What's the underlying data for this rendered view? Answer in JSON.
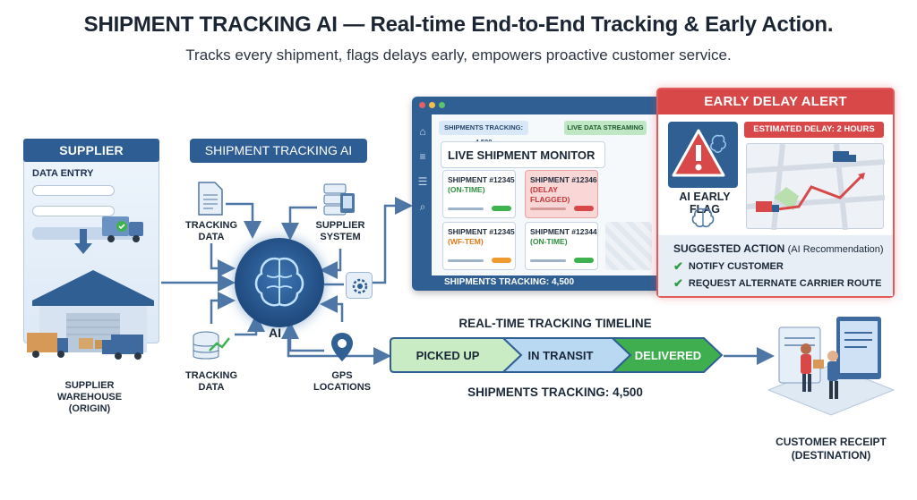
{
  "header": {
    "title": "SHIPMENT TRACKING AI — Real-time End-to-End Tracking & Early Action.",
    "subtitle": "Tracks every shipment, flags delays early, empowers proactive customer service."
  },
  "supplier": {
    "heading": "SUPPLIER",
    "data_entry": "DATA ENTRY",
    "warehouse_line1": "SUPPLIER",
    "warehouse_line2": "WAREHOUSE",
    "warehouse_line3": "(ORIGIN)"
  },
  "ai_hub": {
    "heading": "SHIPMENT TRACKING AI",
    "ai_label": "AI",
    "inputs": [
      {
        "line1": "TRACKING",
        "line2": "DATA",
        "icon": "document-icon"
      },
      {
        "line1": "SUPPLIER",
        "line2": "SYSTEM",
        "icon": "server-icon"
      },
      {
        "line1": "TRACKING",
        "line2": "DATA",
        "icon": "database-chart-icon"
      },
      {
        "line1": "GPS",
        "line2": "LOCATIONS",
        "icon": "map-pin-icon"
      }
    ]
  },
  "monitor": {
    "tracking_pill": "SHIPMENTS TRACKING: 4,500",
    "live_pill": "LIVE DATA STREAMING",
    "title": "LIVE SHIPMENT MONITOR",
    "cards": [
      {
        "id": "SHIPMENT #12345",
        "status": "(ON-TIME)",
        "status_color": "#2f8f3d",
        "chip_color": "#3db24f",
        "flagged": false
      },
      {
        "id": "SHIPMENT #12346",
        "status": "(DELAY FLAGGED)",
        "status_color": "#c43737",
        "chip_color": "#d84848",
        "flagged": true
      },
      {
        "id": "SHIPMENT #12345",
        "status": "(WF-TEM)",
        "status_color": "#d97a18",
        "chip_color": "#ef9a2e",
        "flagged": false
      },
      {
        "id": "SHIPMENT #12344",
        "status": "(ON-TIME)",
        "status_color": "#2f8f3d",
        "chip_color": "#3db24f",
        "flagged": false
      }
    ],
    "footer": "SHIPMENTS TRACKING: 4,500"
  },
  "alert": {
    "heading": "EARLY DELAY ALERT",
    "delay": "ESTIMATED DELAY: 2 HOURS",
    "flag_label": "AI EARLY FLAG",
    "suggested_title": "SUGGESTED ACTION",
    "suggested_note": "(AI Recommendation)",
    "actions": [
      "NOTIFY CUSTOMER",
      "REQUEST ALTERNATE CARRIER ROUTE"
    ]
  },
  "timeline": {
    "title": "REAL-TIME TRACKING TIMELINE",
    "steps": [
      "PICKED UP",
      "IN TRANSIT",
      "DELIVERED"
    ],
    "footer": "SHIPMENTS TRACKING: 4,500"
  },
  "customer": {
    "line1": "CUSTOMER RECEIPT",
    "line2": "(DESTINATION)"
  },
  "colors": {
    "navy": "#2e5d93",
    "alert_red": "#d84848",
    "success_green": "#3db24f",
    "step_pickup": "#c9ecc5",
    "step_transit": "#b9d8f2",
    "step_delivered": "#3fae4f"
  }
}
